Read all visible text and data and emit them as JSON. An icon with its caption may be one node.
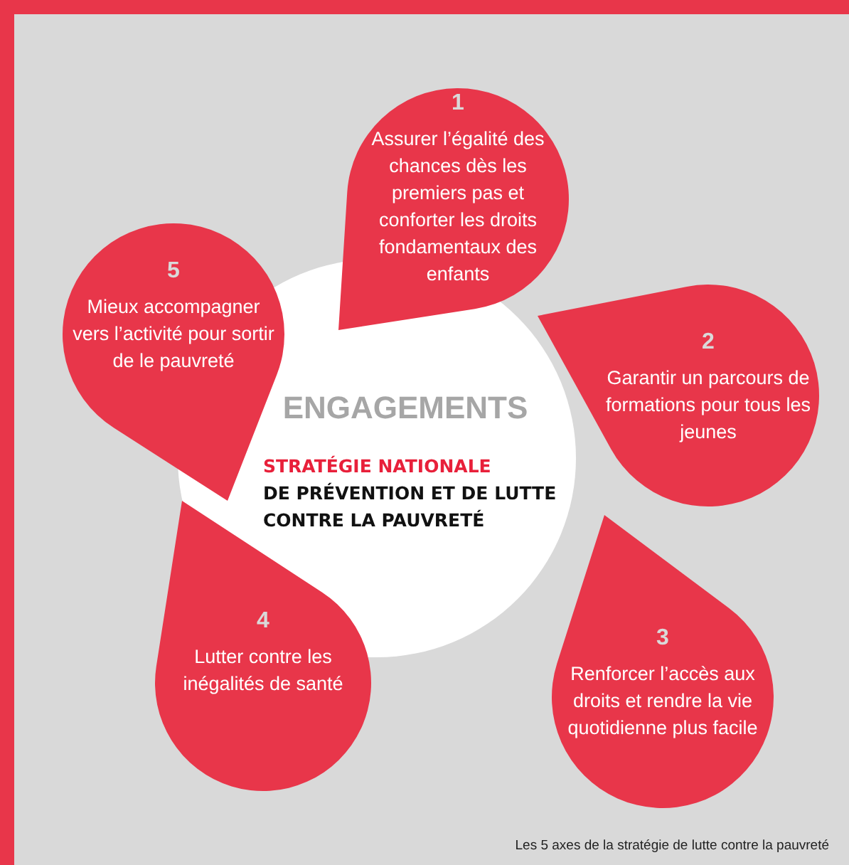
{
  "diagram": {
    "caption": "Les 5 axes de la stratégie de lutte contre la pauvreté",
    "nodes": [
      {
        "text": [
          "ENGAGEMENTS",
          "STRATÉGIE NATIONALE",
          "DE PRÉVENTION ET DE LUTTE CONTRE LA PAUVRETÉ"
        ]
      },
      {
        "text": [
          "1",
          "Assurer l’égalité des chances dès les premiers pas et conforter les droits fondamentaux des enfants"
        ]
      },
      {
        "text": [
          "2",
          "Garantir un parcours de formations pour tous les jeunes"
        ]
      },
      {
        "text": [
          "3",
          "Renforcer l’accès aux droits et rendre la vie quotidienne plus facile"
        ]
      },
      {
        "text": [
          "4",
          "Lutter contre les inégalités de santé"
        ]
      },
      {
        "text": [
          "5",
          "Mieux accompagner vers l’activité pour sortir de le pauvreté"
        ]
      }
    ],
    "edges": []
  }
}
